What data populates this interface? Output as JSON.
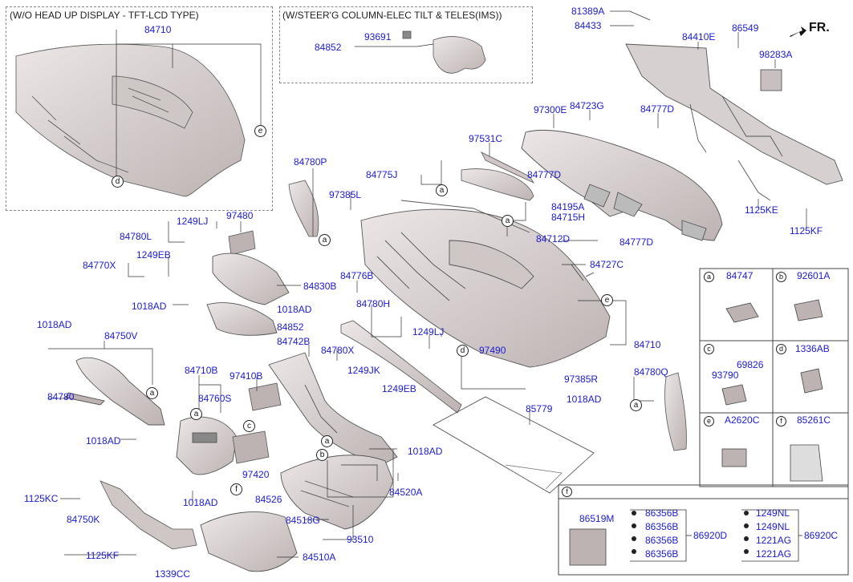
{
  "header": {
    "left_panel_title": "(W/O HEAD UP DISPLAY - TFT-LCD TYPE)",
    "mid_panel_title": "(W/STEER'G COLUMN-ELEC TILT & TELES(IMS))",
    "direction": "FR."
  },
  "labels": {
    "p84710_top": "84710",
    "p84852_top": "84852",
    "p93691": "93691",
    "p81389A": "81389A",
    "p84433": "84433",
    "p84410E": "84410E",
    "p86549": "86549",
    "p98283A": "98283A",
    "p97300E": "97300E",
    "p84723G": "84723G",
    "p84777D_1": "84777D",
    "p97531C": "97531C",
    "p84777D_2": "84777D",
    "p84780P": "84780P",
    "p84775J": "84775J",
    "p97385L": "97385L",
    "p84195A": "84195A",
    "p84715H": "84715H",
    "p1125KE": "1125KE",
    "p1125KF_r": "1125KF",
    "p84780L": "84780L",
    "p1249LJ_1": "1249LJ",
    "p97480": "97480",
    "p84712D": "84712D",
    "p84777D_3": "84777D",
    "p84770X": "84770X",
    "p1249EB_1": "1249EB",
    "p84727C": "84727C",
    "p84830B": "84830B",
    "p84776B": "84776B",
    "p1018AD_1": "1018AD",
    "p1018AD_2": "1018AD",
    "p84780H": "84780H",
    "p84852_mid": "84852",
    "p1018AD_3": "1018AD",
    "p84750V": "84750V",
    "p84742B": "84742B",
    "p84780X": "84780X",
    "p1249LJ_2": "1249LJ",
    "p84710_right": "84710",
    "p97490": "97490",
    "p1249JK": "1249JK",
    "p84710B": "84710B",
    "p97410B": "97410B",
    "p97385R": "97385R",
    "p84780": "84780",
    "p84760S": "84760S",
    "p1249EB_2": "1249EB",
    "p1018AD_4": "1018AD",
    "p84780Q": "84780Q",
    "p85779": "85779",
    "p1018AD_5": "1018AD",
    "p1018AD_6": "1018AD",
    "p97420": "97420",
    "p84520A": "84520A",
    "p1125KC": "1125KC",
    "p1018AD_7": "1018AD",
    "p84526": "84526",
    "p84750K": "84750K",
    "p84518G": "84518G",
    "p93510": "93510",
    "p1125KF_l": "1125KF",
    "p84510A": "84510A",
    "p1339CC": "1339CC"
  },
  "legend": {
    "a": {
      "letter": "a",
      "part": "84747"
    },
    "b": {
      "letter": "b",
      "part": "92601A"
    },
    "c": {
      "letter": "c",
      "parts": [
        "93790",
        "69826"
      ]
    },
    "d": {
      "letter": "d",
      "part": "1336AB"
    },
    "e": {
      "letter": "e",
      "part": "A2620C"
    },
    "f": {
      "letter": "f",
      "part": "85261C"
    }
  },
  "fbox": {
    "letter": "f",
    "p86519M": "86519M",
    "group1": [
      "86356B",
      "86356B",
      "86356B",
      "86356B"
    ],
    "group1_label": "86920D",
    "group2": [
      "1249NL",
      "1249NL",
      "1221AG",
      "1221AG"
    ],
    "group2_label": "86920C"
  },
  "callouts": {
    "a": "a",
    "b": "b",
    "c": "c",
    "d": "d",
    "e": "e",
    "f": "f"
  },
  "colors": {
    "label": "#1a1ad6",
    "part_fill": "#d9d2d2",
    "part_stroke": "#555555",
    "leader": "#333333"
  }
}
